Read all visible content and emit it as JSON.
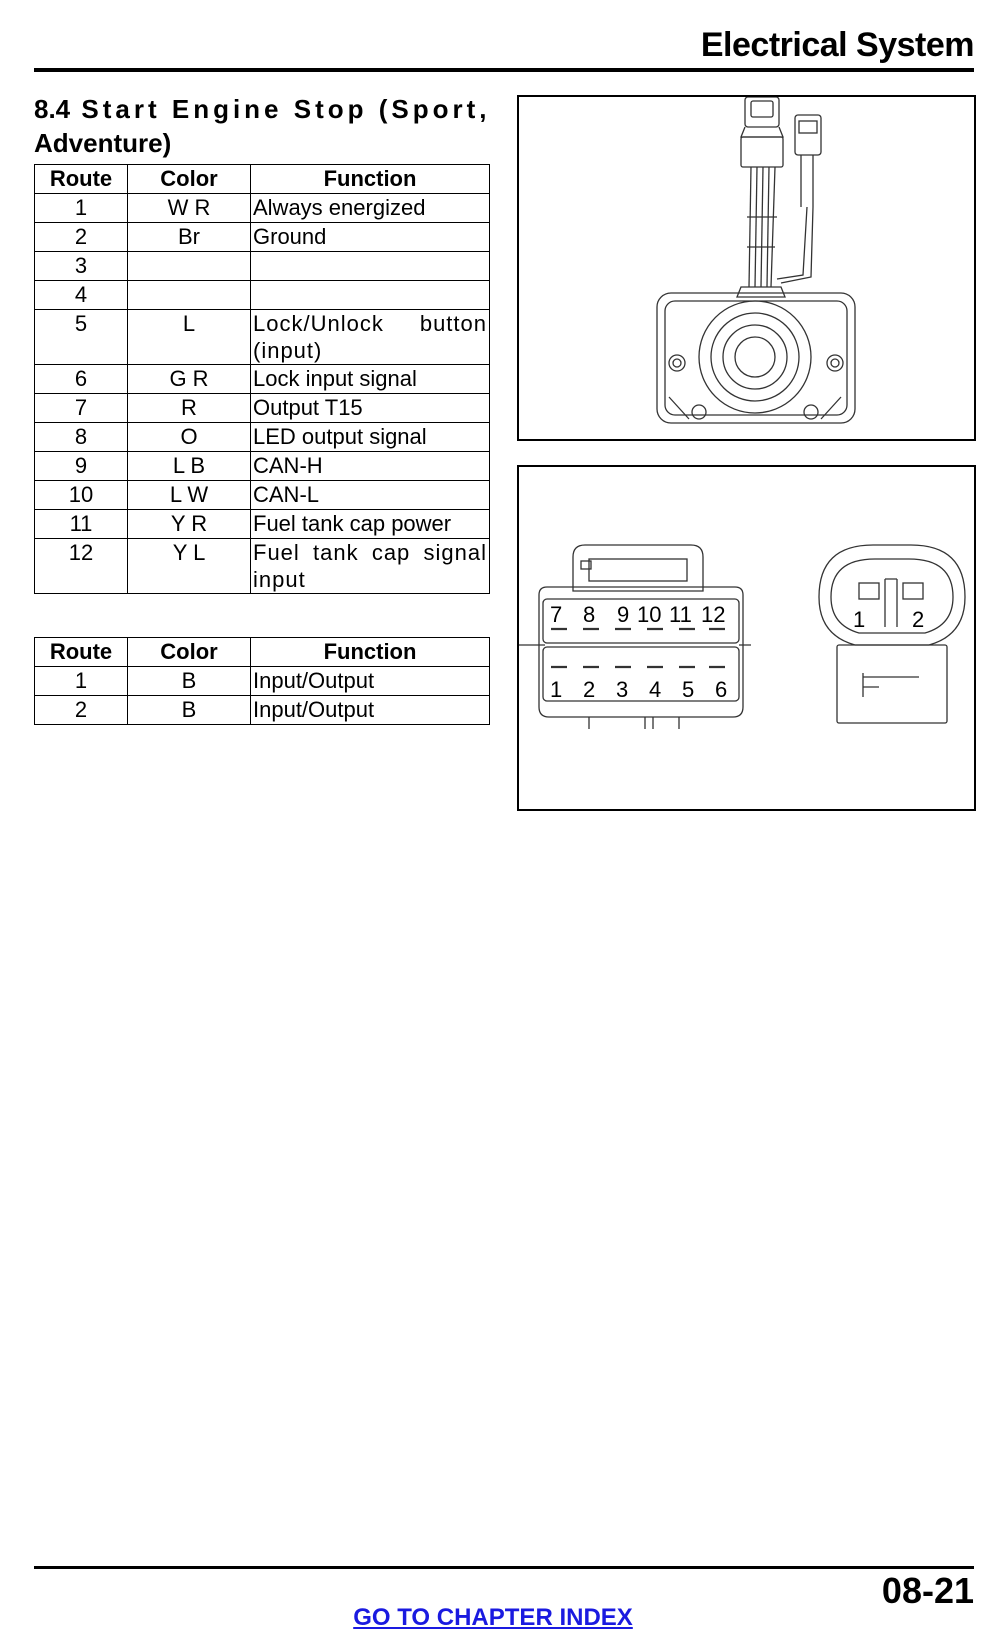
{
  "header": {
    "title": "Electrical System"
  },
  "section": {
    "number": "8.4",
    "title_line1": "Start Engine Stop (Sport,",
    "title_line2": "Adventure)"
  },
  "table1": {
    "headers": [
      "Route",
      "Color",
      "Function"
    ],
    "rows": [
      {
        "route": "1",
        "color": "W R",
        "function": "Always energized"
      },
      {
        "route": "2",
        "color": "Br",
        "function": "Ground"
      },
      {
        "route": "3",
        "color": "",
        "function": ""
      },
      {
        "route": "4",
        "color": "",
        "function": ""
      },
      {
        "route": "5",
        "color": "L",
        "function": "Lock/Unlock button (input)"
      },
      {
        "route": "6",
        "color": "G R",
        "function": "Lock input signal"
      },
      {
        "route": "7",
        "color": "R",
        "function": "Output T15"
      },
      {
        "route": "8",
        "color": "O",
        "function": "LED output signal"
      },
      {
        "route": "9",
        "color": "L B",
        "function": "CAN-H"
      },
      {
        "route": "10",
        "color": "L W",
        "function": "CAN-L"
      },
      {
        "route": "11",
        "color": "Y R",
        "function": "Fuel tank cap power"
      },
      {
        "route": "12",
        "color": "Y L",
        "function": "Fuel tank cap signal input"
      }
    ]
  },
  "table2": {
    "headers": [
      "Route",
      "Color",
      "Function"
    ],
    "rows": [
      {
        "route": "1",
        "color": "B",
        "function": "Input/Output"
      },
      {
        "route": "2",
        "color": "B",
        "function": "Input/Output"
      }
    ]
  },
  "connector_diagram": {
    "top_pins": [
      "7",
      "8",
      "9",
      "10",
      "11",
      "12"
    ],
    "bottom_pins": [
      "1",
      "2",
      "3",
      "4",
      "5",
      "6"
    ],
    "small_connector_pins": [
      "1",
      "2"
    ]
  },
  "footer": {
    "page_number": "08-21",
    "chapter_link": "GO TO CHAPTER INDEX"
  }
}
